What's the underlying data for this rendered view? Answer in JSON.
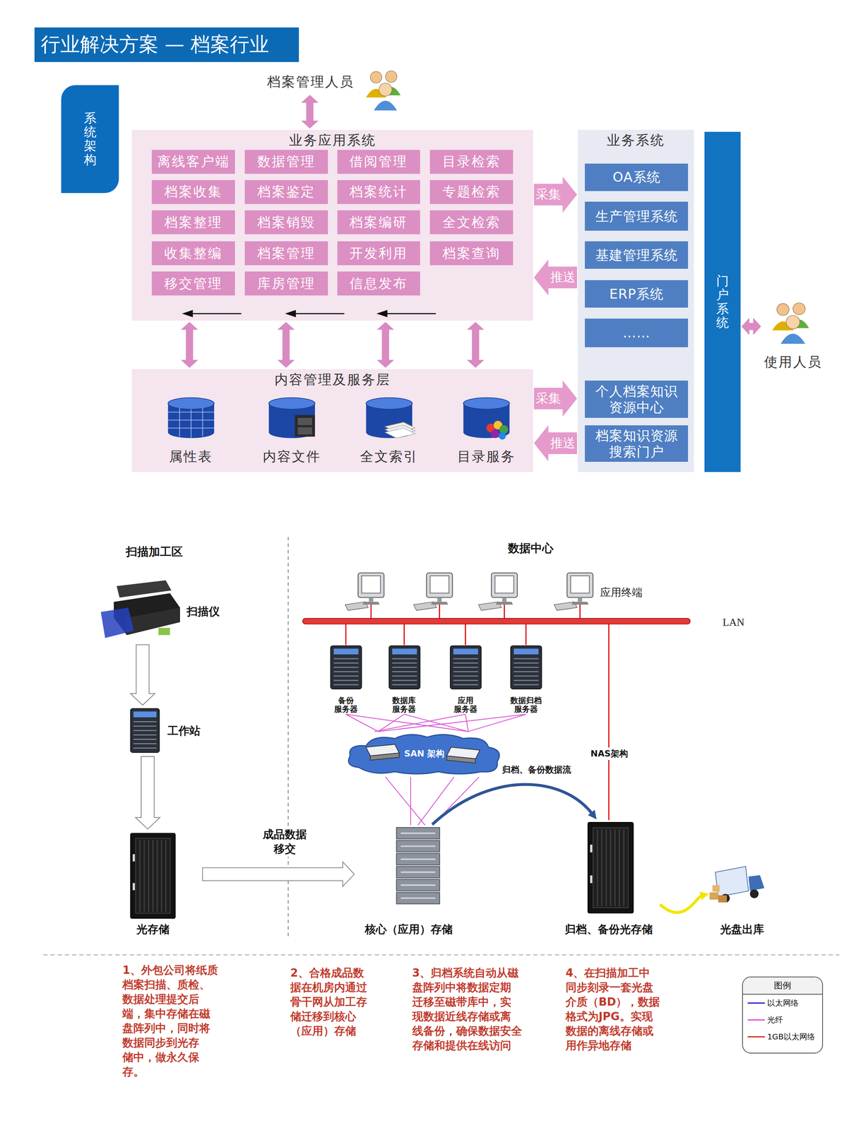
{
  "diagram": {
    "title": "行业解决方案 — 档案行业",
    "nodes": [
      {
        "text": [
          "系统架构"
        ]
      },
      {
        "text": [
          "档案管理人员"
        ]
      },
      {
        "text": [
          "业务应用系统"
        ]
      },
      {
        "text": [
          "离线客户端"
        ],
        "in": 2
      },
      {
        "text": [
          "数据管理"
        ],
        "in": 2
      },
      {
        "text": [
          "借阅管理"
        ],
        "in": 2
      },
      {
        "text": [
          "目录检索"
        ],
        "in": 2
      },
      {
        "text": [
          "档案收集"
        ],
        "in": 2
      },
      {
        "text": [
          "档案鉴定"
        ],
        "in": 2
      },
      {
        "text": [
          "档案统计"
        ],
        "in": 2
      },
      {
        "text": [
          "专题检索"
        ],
        "in": 2
      },
      {
        "text": [
          "档案整理"
        ],
        "in": 2
      },
      {
        "text": [
          "档案销毁"
        ],
        "in": 2
      },
      {
        "text": [
          "档案编研"
        ],
        "in": 2
      },
      {
        "text": [
          "全文检索"
        ],
        "in": 2
      },
      {
        "text": [
          "收集整编"
        ],
        "in": 2
      },
      {
        "text": [
          "档案管理"
        ],
        "in": 2
      },
      {
        "text": [
          "开发利用"
        ],
        "in": 2
      },
      {
        "text": [
          "档案查询"
        ],
        "in": 2
      },
      {
        "text": [
          "移交管理"
        ],
        "in": 2
      },
      {
        "text": [
          "库房管理"
        ],
        "in": 2
      },
      {
        "text": [
          "信息发布"
        ],
        "in": 2
      },
      {
        "text": [
          "内容管理及服务层"
        ]
      },
      {
        "text": [
          "属性表"
        ],
        "in": 22
      },
      {
        "text": [
          "内容文件"
        ],
        "in": 22
      },
      {
        "text": [
          "全文索引"
        ],
        "in": 22
      },
      {
        "text": [
          "目录服务"
        ],
        "in": 22
      },
      {
        "text": [
          "业务系统"
        ]
      },
      {
        "text": [
          "OA系统"
        ],
        "in": 27
      },
      {
        "text": [
          "生产管理系统"
        ],
        "in": 27
      },
      {
        "text": [
          "基建管理系统"
        ],
        "in": 27
      },
      {
        "text": [
          "ERP系统"
        ],
        "in": 27
      },
      {
        "text": [
          "……"
        ],
        "in": 27
      },
      {
        "text": [
          "个人档案知识 资源中心"
        ],
        "in": 27
      },
      {
        "text": [
          "档案知识资源 搜索门户"
        ],
        "in": 27
      },
      {
        "text": [
          "门户系统"
        ]
      },
      {
        "text": [
          "使用人员"
        ]
      },
      {
        "text": [
          "扫描仪"
        ]
      },
      {
        "text": [
          "工作站"
        ]
      },
      {
        "text": [
          "光存储"
        ]
      },
      {
        "text": [
          "备份 服务器"
        ]
      },
      {
        "text": [
          "数据库 服务器"
        ]
      },
      {
        "text": [
          "应用 服务器"
        ]
      },
      {
        "text": [
          "数据归档 服务器"
        ]
      },
      {
        "text": [
          "SAN 架构"
        ]
      },
      {
        "text": [
          "核心（应用）存储"
        ]
      },
      {
        "text": [
          "归档、备份光存储"
        ]
      },
      {
        "text": [
          "光盘出库"
        ]
      }
    ],
    "edges": [
      {
        "from": 1,
        "to": 2,
        "arrow": "both"
      },
      {
        "from": 2,
        "to": 22,
        "arrow": "both"
      },
      {
        "from": 2,
        "to": 22,
        "arrow": "both"
      },
      {
        "from": 2,
        "to": 22,
        "arrow": "both"
      },
      {
        "from": 2,
        "to": 22,
        "arrow": "both"
      },
      {
        "from": 2,
        "to": 27,
        "label": "采集",
        "arrow": "to"
      },
      {
        "from": 27,
        "to": 2,
        "label": "推送",
        "arrow": "to"
      },
      {
        "from": 22,
        "to": 27,
        "label": "采集",
        "arrow": "to"
      },
      {
        "from": 27,
        "to": 22,
        "label": "推送",
        "arrow": "to"
      },
      {
        "from": 35,
        "to": 36,
        "arrow": "both"
      },
      {
        "from": 37,
        "to": 38,
        "arrow": "to"
      },
      {
        "from": 38,
        "to": 39,
        "arrow": "to"
      },
      {
        "from": 39,
        "to": 45,
        "label": "成品数据 移交",
        "arrow": "to"
      },
      {
        "from": 40,
        "to": 44,
        "arrow": "none"
      },
      {
        "from": 41,
        "to": 44,
        "arrow": "none"
      },
      {
        "from": 42,
        "to": 44,
        "arrow": "none"
      },
      {
        "from": 43,
        "to": 44,
        "arrow": "none"
      },
      {
        "from": 44,
        "to": 45,
        "arrow": "none"
      },
      {
        "from": 45,
        "to": 46,
        "label": "归档、备份数据流",
        "arrow": "to"
      },
      {
        "from": 46,
        "to": 47,
        "arrow": "to"
      }
    ],
    "labels": [
      "扫描加工区",
      "数据中心",
      "应用终端",
      "LAN",
      "NAS架构",
      "1、外包公司将纸质 档案扫描、质检、 数据处理提交后 端，集中存储在磁 盘阵列中，同时将 数据同步到光存 储中，做永久保 存。",
      "2、合格成品数 据在机房内通过 骨干网从加工存 储迁移到核心 （应用）存储",
      "3、归档系统自动从磁 盘阵列中将数据定期 迁移至磁带库中，实 现数据近线存储或离 线备份，确保数据安全 存储和提供在线访问",
      "4、在扫描加工中 同步刻录一套光盘 介质（BD），数据 格式为JPG。实现 数据的离线存储或 用作异地存储",
      "图例"
    ],
    "legend": [
      {
        "text": "以太网络",
        "color": "#1f1fd0"
      },
      {
        "text": "光纤",
        "color": "#e246e2"
      },
      {
        "text": "1GB以太网络",
        "color": "#d9261c"
      }
    ]
  }
}
